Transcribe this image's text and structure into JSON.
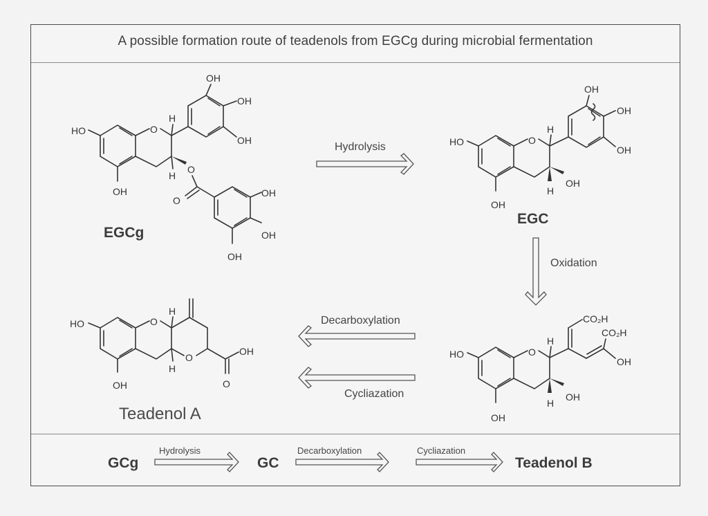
{
  "title": "A possible formation route of teadenols from EGCg during microbial fermentation",
  "compounds": {
    "egcg": "EGCg",
    "egc": "EGC",
    "teadenol_a": "Teadenol A",
    "gcg": "GCg",
    "gc": "GC",
    "teadenol_b": "Teadenol B"
  },
  "reactions": {
    "hydrolysis": "Hydrolysis",
    "oxidation": "Oxidation",
    "decarboxylation": "Decarboxylation",
    "cycliazation": "Cycliazation"
  },
  "bottom_route": {
    "step1": "Hydrolysis",
    "step2": "Decarboxylation",
    "step3": "Cycliazation"
  },
  "atoms": {
    "oh": "OH",
    "ho": "HO",
    "o": "O",
    "h": "H",
    "co2h": "CO₂H"
  }
}
